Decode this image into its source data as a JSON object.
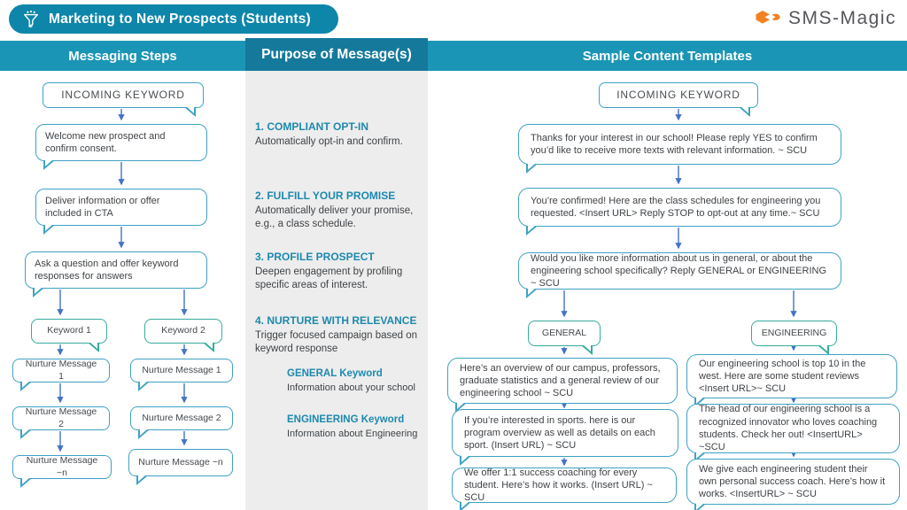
{
  "slide": {
    "title": "Marketing to New Prospects (Students)",
    "brand": "SMS-Magic"
  },
  "column_headers": {
    "left": "Messaging Steps",
    "middle": "Purpose of Message(s)",
    "right": "Sample Content Templates"
  },
  "messaging_steps": {
    "incoming_keyword": "INCOMING KEYWORD",
    "step1": "Welcome new prospect and confirm consent.",
    "step2": "Deliver information or offer included in CTA",
    "step3": "Ask a question and offer keyword responses for answers",
    "keyword1": "Keyword 1",
    "keyword2": "Keyword 2",
    "branch1": [
      "Nurture Message 1",
      "Nurture Message 2",
      "Nurture Message ~n"
    ],
    "branch2": [
      "Nurture Message 1",
      "Nurture Message 2",
      "Nurture Message ~n"
    ]
  },
  "purpose": {
    "items": [
      {
        "title": "1. COMPLIANT OPT-IN",
        "desc": "Automatically opt-in and confirm."
      },
      {
        "title": "2. FULFILL YOUR PROMISE",
        "desc": "Automatically deliver your promise, e.g., a class schedule."
      },
      {
        "title": "3. PROFILE PROSPECT",
        "desc": "Deepen engagement by profiling specific areas of interest."
      },
      {
        "title": "4. NURTURE WITH RELEVANCE",
        "desc": "Trigger focused campaign based on keyword response"
      }
    ],
    "sub_items": [
      {
        "title": "GENERAL Keyword",
        "desc": "Information about your school"
      },
      {
        "title": "ENGINEERING Keyword",
        "desc": "Information about Engineering"
      }
    ]
  },
  "samples": {
    "incoming_keyword": "INCOMING KEYWORD",
    "msg1": "Thanks for your interest in our school! Please reply YES to confirm you’d like to receive more texts with relevant information. ~ SCU",
    "msg2": "You’re confirmed!  Here are the class schedules for engineering you requested. <Insert URL>  Reply STOP to opt-out at any time.~ SCU",
    "msg3": "Would you like more information about us in general, or about the engineering school specifically? Reply GENERAL or ENGINEERING  ~ SCU",
    "branch_general_label": "GENERAL",
    "branch_engineering_label": "ENGINEERING",
    "general": [
      "Here’s an overview of our campus, professors, graduate statistics and a general review of our engineering school ~ SCU",
      "If you’re interested in sports. here is our program overview as well as details on each sport. (Insert URL) ~ SCU",
      "We offer 1:1 success coaching for every student. Here’s how it works. (Insert URL) ~ SCU"
    ],
    "engineering": [
      "Our engineering school is top 10 in the west. Here are some student reviews <Insert URL>~ SCU",
      "The head of our engineering school is a recognized innovator who loves coaching students. Check her out! <InsertURL>  ~SCU",
      "We give each engineering student their own personal success coach. Here’s how it works. <InsertURL> ~ SCU"
    ]
  },
  "colors": {
    "header_teal": "#1b95b5",
    "header_teal_dark": "#15799c",
    "title_pill": "#0e86aa",
    "bubble_blue_border": "#3fa2c4",
    "bubble_green_border": "#35ab9e",
    "arrow_blue": "#4472c4",
    "accent_orange": "#f08221",
    "purpose_heading": "#1d89ad"
  }
}
